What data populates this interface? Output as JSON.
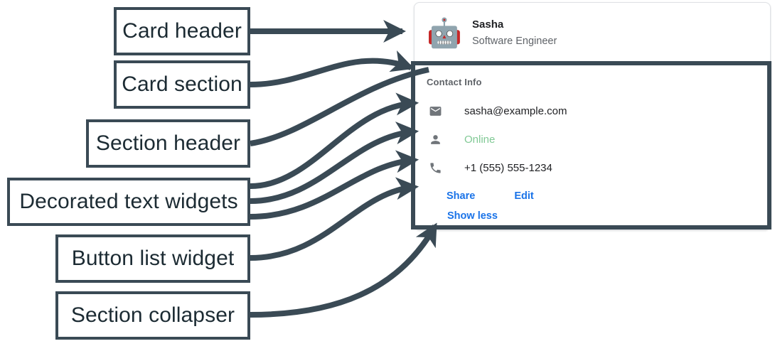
{
  "annotations": {
    "items": [
      {
        "id": "card-header",
        "label": "Card header"
      },
      {
        "id": "card-section",
        "label": "Card section"
      },
      {
        "id": "section-header",
        "label": "Section header"
      },
      {
        "id": "decorated-text",
        "label": "Decorated text widgets"
      },
      {
        "id": "button-list",
        "label": "Button list widget"
      },
      {
        "id": "section-collapser",
        "label": "Section collapser"
      }
    ],
    "line_color": "#3a4a55",
    "box_border_color": "#3a4a55",
    "text_color": "#1c2b33"
  },
  "card": {
    "header": {
      "avatar_icon": "robot-avatar-icon",
      "avatar_glyph": "🤖",
      "title": "Sasha",
      "subtitle": "Software Engineer"
    },
    "section": {
      "title": "Contact Info",
      "rows": [
        {
          "icon": "email-icon",
          "text": "sasha@example.com",
          "color": "#202124"
        },
        {
          "icon": "person-icon",
          "text": "Online",
          "color": "#81c995"
        },
        {
          "icon": "phone-icon",
          "text": "+1 (555) 555-1234",
          "color": "#202124"
        }
      ],
      "buttons": [
        {
          "id": "share",
          "label": "Share"
        },
        {
          "id": "edit",
          "label": "Edit"
        }
      ],
      "collapser": {
        "label": "Show less"
      }
    },
    "accent_color": "#1a73e8",
    "muted_color": "#5f6368",
    "border_color": "#dfe1e5"
  }
}
